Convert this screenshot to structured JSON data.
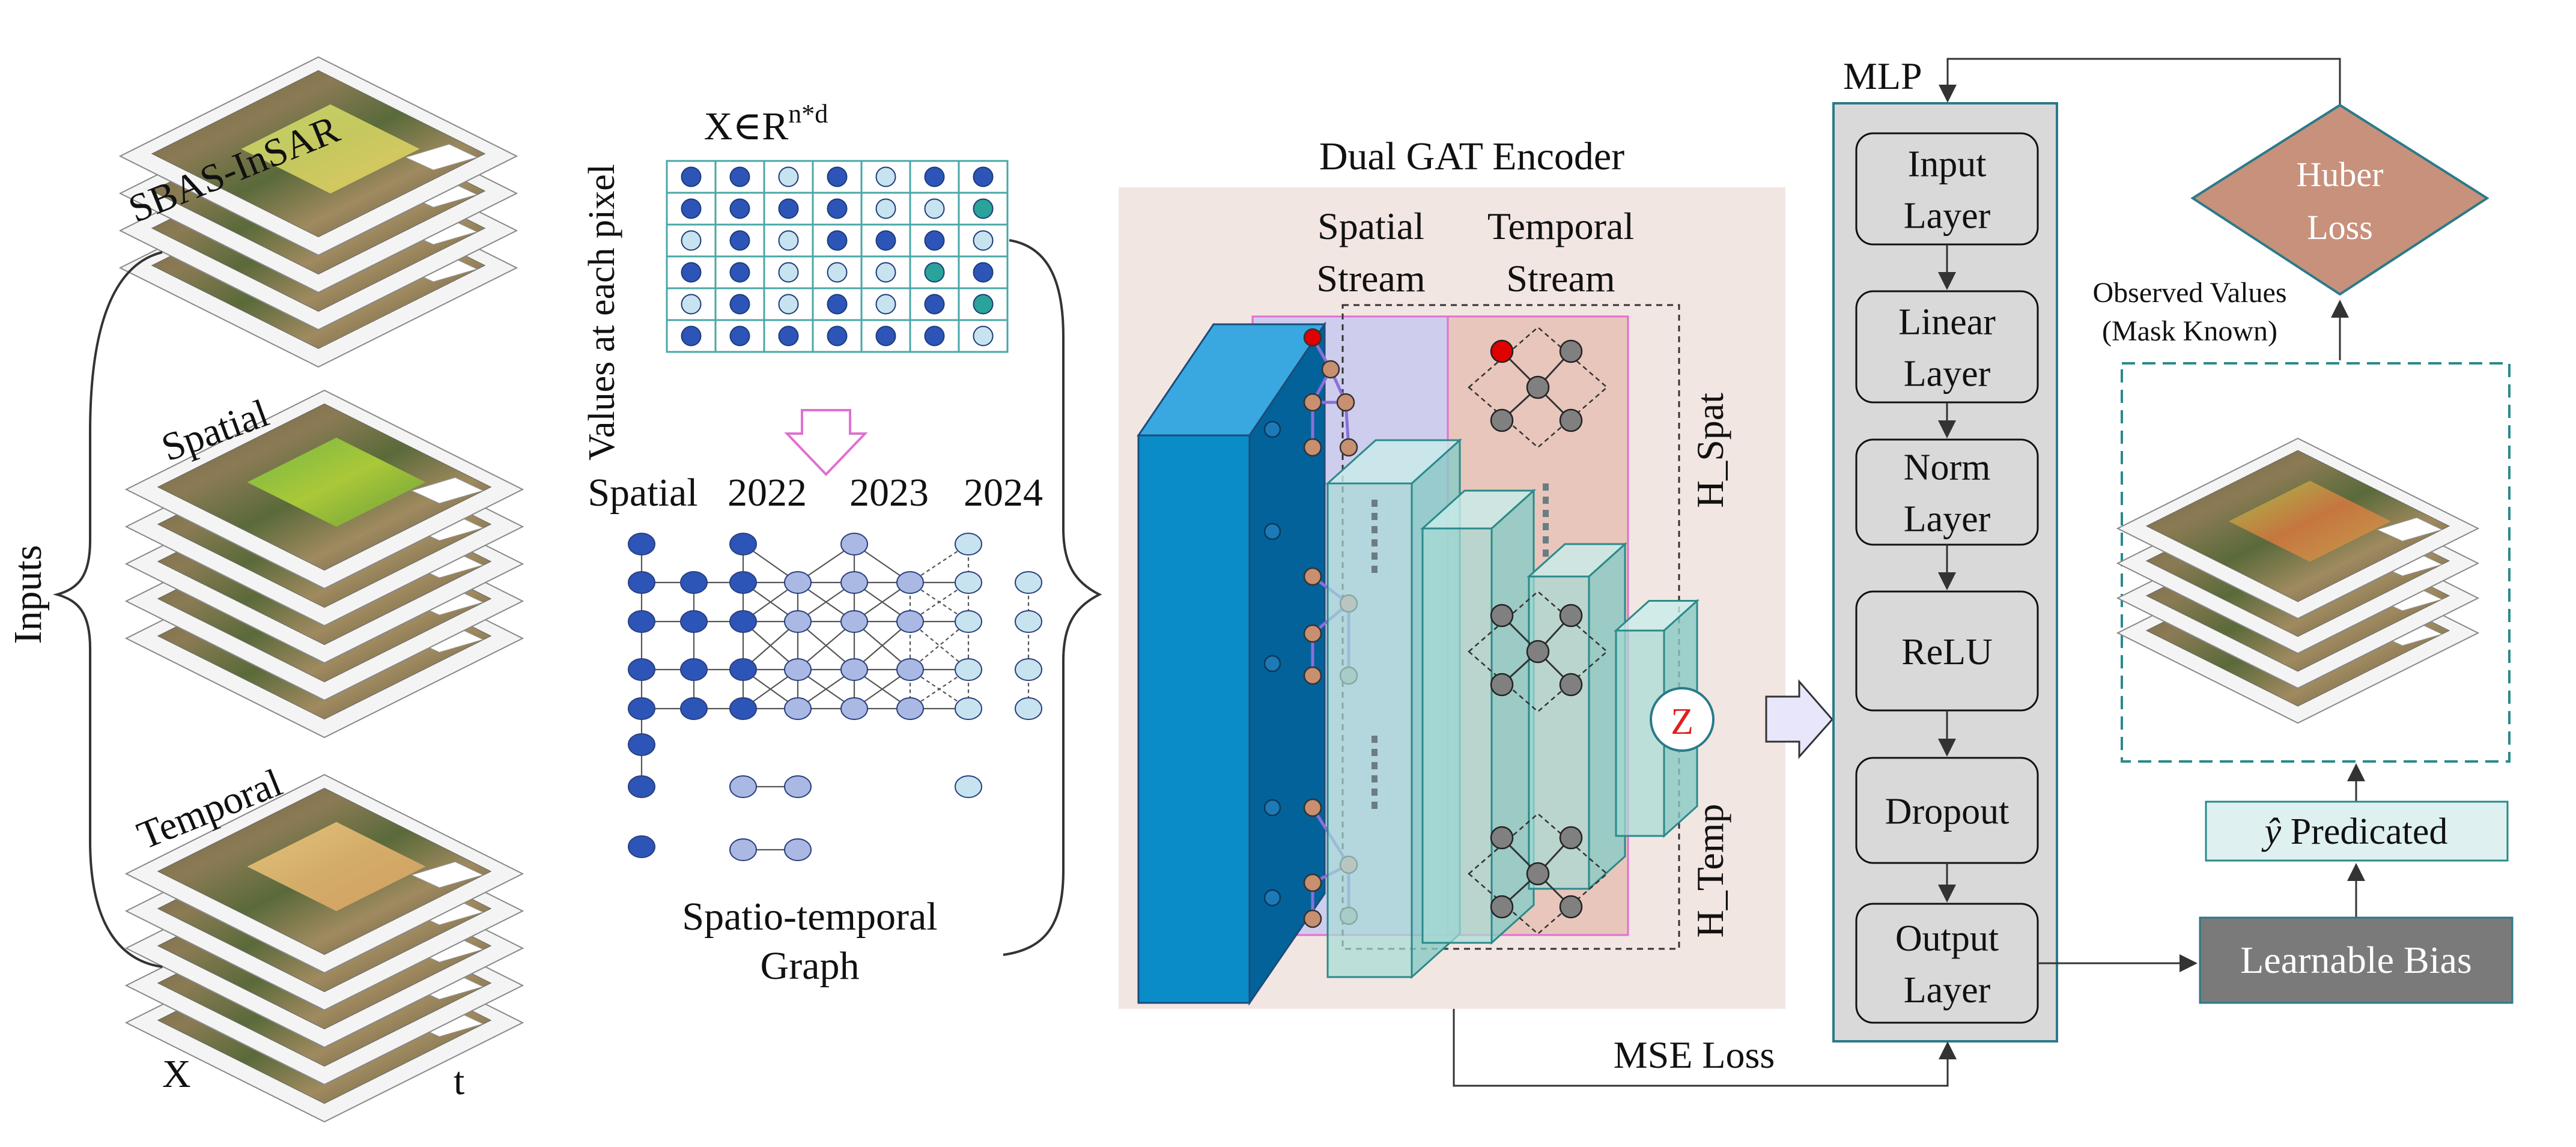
{
  "inputs": {
    "label": "Inputs",
    "stacks": [
      {
        "label": "SBAS-InSAR"
      },
      {
        "label": "Spatial"
      },
      {
        "label": "Temporal"
      }
    ],
    "x_label": "X",
    "t_label": "t"
  },
  "matrix": {
    "title": "X∈R",
    "title_sup": "n*d",
    "side_label": "Values at each pixel",
    "cells": [
      [
        "d",
        "d",
        "l",
        "d",
        "l",
        "d",
        "d"
      ],
      [
        "d",
        "d",
        "d",
        "d",
        "l",
        "l",
        "t"
      ],
      [
        "l",
        "d",
        "l",
        "d",
        "d",
        "d",
        "l"
      ],
      [
        "d",
        "d",
        "l",
        "l",
        "l",
        "t",
        "d"
      ],
      [
        "l",
        "d",
        "l",
        "d",
        "l",
        "d",
        "t"
      ],
      [
        "d",
        "d",
        "d",
        "d",
        "d",
        "d",
        "l"
      ]
    ]
  },
  "graph": {
    "labels": [
      "Spatial",
      "2022",
      "2023",
      "2024"
    ],
    "caption_line1": "Spatio-temporal",
    "caption_line2": "Graph"
  },
  "encoder": {
    "title": "Dual GAT Encoder",
    "spatial_stream": [
      "Spatial",
      "Stream"
    ],
    "temporal_stream": [
      "Temporal",
      "Stream"
    ],
    "h_spat": "H_Spat",
    "h_temp": "H_Temp",
    "z": "Z"
  },
  "mlp": {
    "title": "MLP",
    "layers": [
      [
        "Input",
        "Layer"
      ],
      [
        "Linear",
        "Layer"
      ],
      [
        "Norm",
        "Layer"
      ],
      [
        "ReLU"
      ],
      [
        "Dropout"
      ],
      [
        "Output",
        "Layer"
      ]
    ]
  },
  "loss": {
    "mse": "MSE Loss",
    "huber": [
      "Huber",
      "Loss"
    ],
    "observed": [
      "Observed Values",
      "(Mask Known)"
    ]
  },
  "output": {
    "predicted_prefix": "ŷ",
    "predicted": " Predicated",
    "bias": "Learnable Bias"
  },
  "colors": {
    "dark_node": "#2d55b8",
    "light_node": "#c7e3ef",
    "teal_node": "#2aa39a",
    "encoder_bg": "#f2e6e2",
    "spatial_bg": "#c9c8f0",
    "temporal_bg": "#e8c6bc",
    "prism_front": "#0a8cc8",
    "prism_side": "#04629a",
    "teal_block": "#a7dcd5",
    "mlp_bg": "#d9d9d9",
    "huber": "#c8917b",
    "bias": "#7a7a7a",
    "predicted_bg": "#dff0f0"
  }
}
